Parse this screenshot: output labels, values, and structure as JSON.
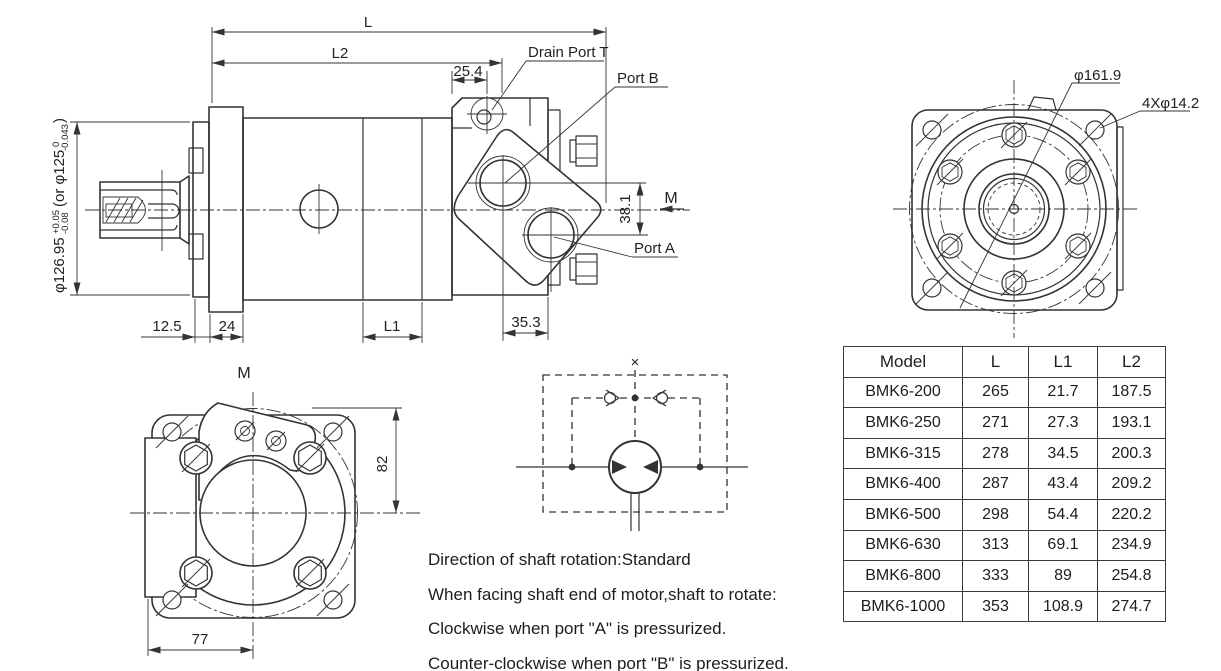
{
  "colors": {
    "line": "#333333",
    "text": "#1d1d1d",
    "background": "#ffffff"
  },
  "side_view": {
    "dim_labels": {
      "overall_length": "L",
      "l2": "L2",
      "drain_offset": "25.4",
      "flange_thickness": "12.5",
      "pilot_length": "24",
      "l1": "L1",
      "port_face_offset": "35.3",
      "port_spacing": "38.1"
    },
    "feature_labels": {
      "drain_port": "Drain Port T",
      "port_b": "Port B",
      "port_a": "Port A",
      "view_arrow": "M"
    },
    "shaft_dim": {
      "diameter": "φ126.95",
      "tol_upper": "+0.05",
      "tol_lower": "-0.08",
      "alt": "(or φ125",
      "alt_tol_upper": "0",
      "alt_tol_lower": "-0.043",
      "paren_close": ")"
    }
  },
  "front_view": {
    "dim_labels": {
      "pilot_diameter": "φ161.9",
      "mount_holes": "4Xφ14.2"
    }
  },
  "m_view": {
    "view_label": "M",
    "dim_labels": {
      "height": "82",
      "width": "77"
    }
  },
  "schematic": {
    "x_mark": "×"
  },
  "rotation_note": {
    "lines": [
      "Direction of shaft rotation:Standard",
      "When facing shaft end of motor,shaft to rotate:",
      "Clockwise when port \"A\" is pressurized.",
      "Counter-clockwise when port \"B\" is pressurized."
    ]
  },
  "table": {
    "headers": [
      "Model",
      "L",
      "L1",
      "L2"
    ],
    "rows": [
      [
        "BMK6-200",
        "265",
        "21.7",
        "187.5"
      ],
      [
        "BMK6-250",
        "271",
        "27.3",
        "193.1"
      ],
      [
        "BMK6-315",
        "278",
        "34.5",
        "200.3"
      ],
      [
        "BMK6-400",
        "287",
        "43.4",
        "209.2"
      ],
      [
        "BMK6-500",
        "298",
        "54.4",
        "220.2"
      ],
      [
        "BMK6-630",
        "313",
        "69.1",
        "234.9"
      ],
      [
        "BMK6-800",
        "333",
        "89",
        "254.8"
      ],
      [
        "BMK6-1000",
        "353",
        "108.9",
        "274.7"
      ]
    ]
  }
}
